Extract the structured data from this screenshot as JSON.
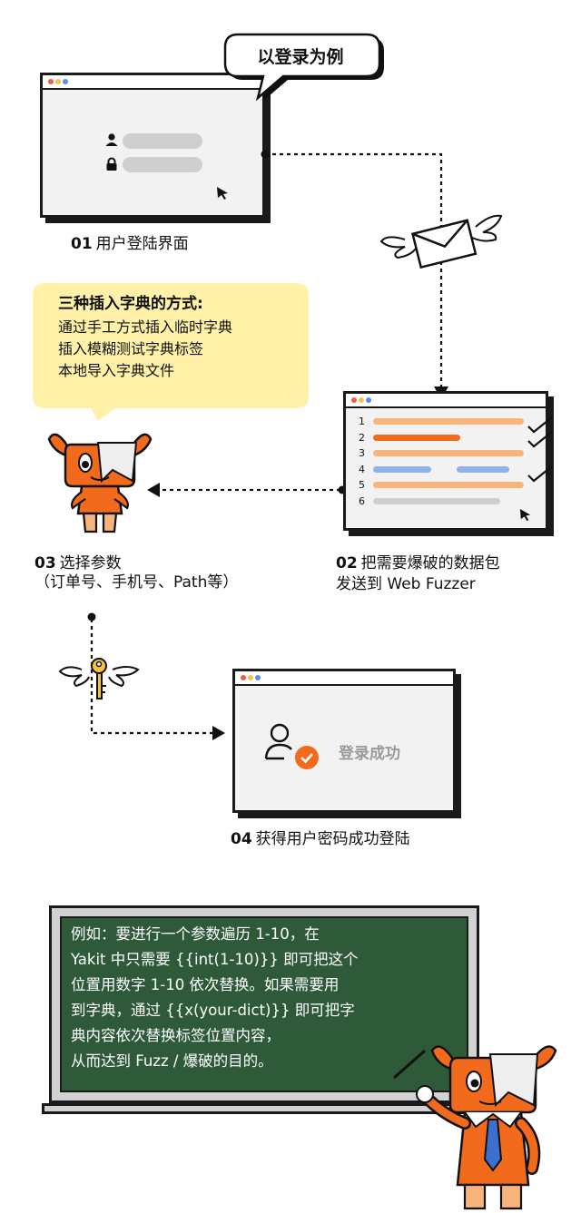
{
  "callout": {
    "text": "以登录为例"
  },
  "step1": {
    "num": "01",
    "label": "用户登陆界面"
  },
  "step2": {
    "num": "02",
    "line1": "把需要爆破的数据包",
    "line2": "发送到 Web Fuzzer"
  },
  "step3": {
    "num": "03",
    "line1": "选择参数",
    "line2": "（订单号、手机号、Path等）"
  },
  "step4": {
    "num": "04",
    "label": "获得用户密码成功登陆"
  },
  "tip_bubble": {
    "title": "三种插入字典的方式:",
    "items": [
      "通过手工方式插入临时字典",
      "插入模糊测试字典标签",
      "本地导入字典文件"
    ]
  },
  "packet_rows": [
    "1",
    "2",
    "3",
    "4",
    "5",
    "6"
  ],
  "success_window": {
    "text": "登录成功"
  },
  "board": {
    "lines": [
      "例如：要进行一个参数遍历 1-10，在",
      "Yakit 中只需要 {{int(1-10)}} 即可把这个",
      "位置用数字 1-10 依次替换。如果需要用",
      "到字典，通过 {{x(your-dict)}} 即可把字",
      "典内容依次替换标签位置内容，",
      "从而达到 Fuzz / 爆破的目的。"
    ]
  },
  "colors": {
    "orange": "#f26b1d",
    "light_orange": "#f9b47c",
    "blue": "#8fb2e8",
    "yellow_bubble": "#fff2a8",
    "board_green": "#2e5a3a",
    "success_badge": "#f26b1d"
  }
}
